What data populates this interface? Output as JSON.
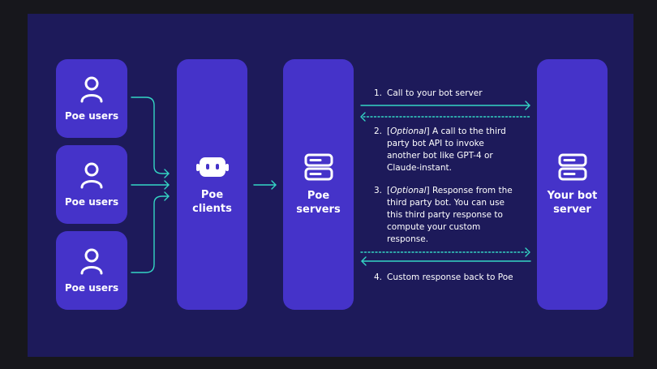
{
  "colors": {
    "page_background": "#17171c",
    "panel_background": "#1d1a5a",
    "box_fill": "#4533c9",
    "arrow": "#34d6c4",
    "text": "#ffffff"
  },
  "users": [
    {
      "label": "Poe users",
      "icon": "user-icon"
    },
    {
      "label": "Poe users",
      "icon": "user-icon"
    },
    {
      "label": "Poe users",
      "icon": "user-icon"
    }
  ],
  "clients": {
    "label": "Poe\nclients",
    "icon": "robot-icon"
  },
  "servers": {
    "label": "Poe\nservers",
    "icon": "server-icon"
  },
  "bot_server": {
    "label": "Your bot\nserver",
    "icon": "server-icon"
  },
  "steps": [
    {
      "num": "1.",
      "prefix": "Call to your bot server",
      "italic": "",
      "suffix": ""
    },
    {
      "num": "2.",
      "prefix": "[",
      "italic": "Optional",
      "suffix": "] A call to the third"
    },
    {
      "num": "",
      "prefix": "party bot API to invoke",
      "italic": "",
      "suffix": ""
    },
    {
      "num": "",
      "prefix": "another bot like GPT-4 or",
      "italic": "",
      "suffix": ""
    },
    {
      "num": "",
      "prefix": "Claude-instant.",
      "italic": "",
      "suffix": ""
    },
    {
      "num": "3.",
      "prefix": "[",
      "italic": "Optional",
      "suffix": "] Response from the"
    },
    {
      "num": "",
      "prefix": "third party bot. You can use",
      "italic": "",
      "suffix": ""
    },
    {
      "num": "",
      "prefix": "this third party response to",
      "italic": "",
      "suffix": ""
    },
    {
      "num": "",
      "prefix": "compute your custom",
      "italic": "",
      "suffix": ""
    },
    {
      "num": "",
      "prefix": "response.",
      "italic": "",
      "suffix": ""
    },
    {
      "num": "4.",
      "prefix": "Custom response back to Poe",
      "italic": "",
      "suffix": ""
    }
  ]
}
